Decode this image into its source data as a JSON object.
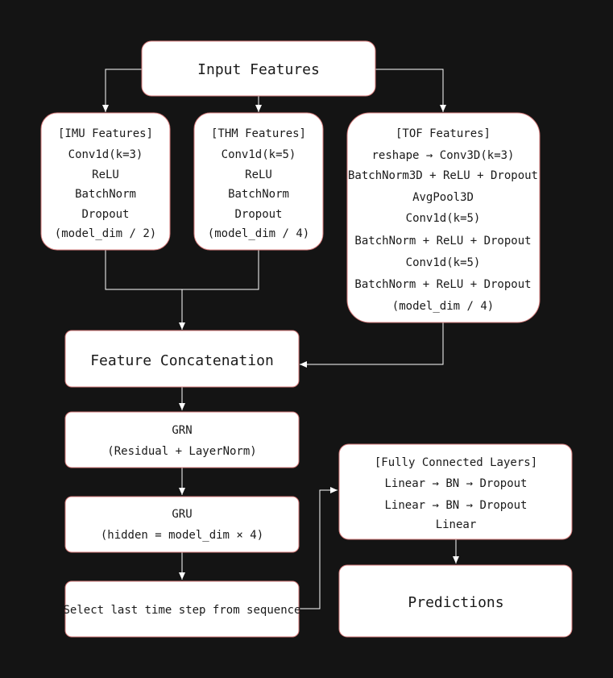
{
  "nodes": {
    "input": {
      "lines": [
        "Input Features"
      ]
    },
    "imu": {
      "lines": [
        "[IMU Features]",
        "Conv1d(k=3)",
        "ReLU",
        "BatchNorm",
        "Dropout",
        "(model_dim / 2)"
      ]
    },
    "thm": {
      "lines": [
        "[THM Features]",
        "Conv1d(k=5)",
        "ReLU",
        "BatchNorm",
        "Dropout",
        "(model_dim / 4)"
      ]
    },
    "tof": {
      "lines": [
        "[TOF Features]",
        "reshape → Conv3D(k=3)",
        "BatchNorm3D + ReLU + Dropout",
        "AvgPool3D",
        "Conv1d(k=5)",
        "BatchNorm + ReLU + Dropout",
        "Conv1d(k=5)",
        "BatchNorm + ReLU + Dropout",
        "(model_dim / 4)"
      ]
    },
    "concat": {
      "lines": [
        "Feature Concatenation"
      ]
    },
    "grn": {
      "lines": [
        "GRN",
        "(Residual + LayerNorm)"
      ]
    },
    "gru": {
      "lines": [
        "GRU",
        "(hidden = model_dim × 4)"
      ]
    },
    "select": {
      "lines": [
        "Select last time step from sequence"
      ]
    },
    "fc": {
      "lines": [
        "[Fully Connected Layers]",
        "Linear → BN → Dropout",
        "Linear → BN → Dropout",
        "Linear"
      ]
    },
    "pred": {
      "lines": [
        "Predictions"
      ]
    }
  },
  "colors": {
    "background": "#141414",
    "node_fill": "#ffffff",
    "node_border": "#d47a7a",
    "edge": "#ffffff",
    "text": "#1a1a1a"
  }
}
